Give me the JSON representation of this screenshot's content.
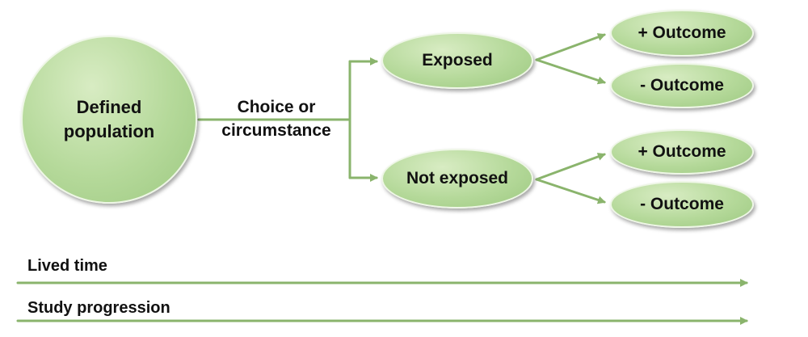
{
  "nodes": {
    "population": "Defined population",
    "exposed": "Exposed",
    "not_exposed": "Not exposed",
    "exposed_pos": "+ Outcome",
    "exposed_neg": "- Outcome",
    "not_exposed_pos": "+ Outcome",
    "not_exposed_neg": "- Outcome"
  },
  "edge_label": "Choice or circumstance",
  "timelines": {
    "lived_time": "Lived time",
    "study_progression": "Study progression"
  },
  "colors": {
    "node_fill": "#b5d99a",
    "arrow": "#8ab46c"
  }
}
